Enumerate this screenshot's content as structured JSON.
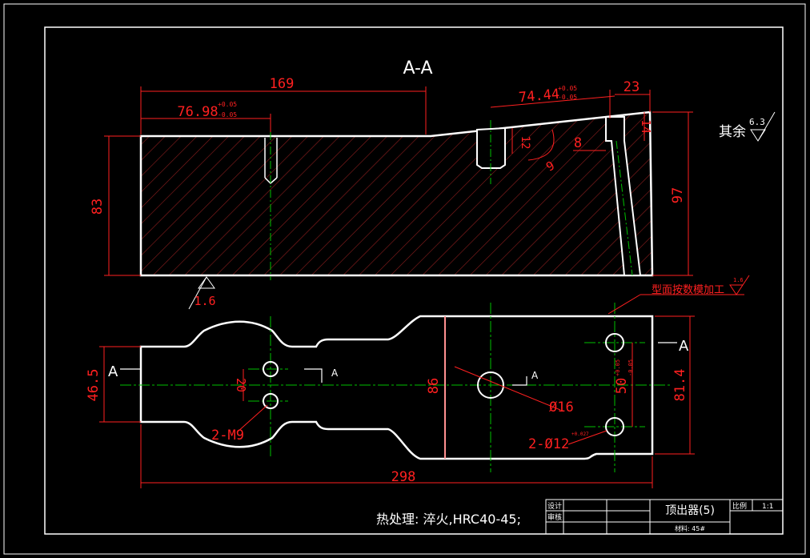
{
  "section_title": "A-A",
  "section_marker": "A",
  "dims": {
    "d169": "169",
    "d7698": "76.98",
    "d7698_tol_up": "+0.05",
    "d7698_tol_dn": "-0.05",
    "d7444": "74.44",
    "d7444_tol_up": "+0.05",
    "d7444_tol_dn": "-0.05",
    "d23": "23",
    "d14": "14",
    "d8": "8",
    "d12": "12",
    "d9": "9",
    "d83": "83",
    "d97": "97",
    "d465": "46.5",
    "d20": "20",
    "d86": "86",
    "d50": "50",
    "d50_tol_up": "+0.05",
    "d50_tol_dn": "-0.05",
    "d814": "81.4",
    "d298": "298",
    "phi16": "Ø16",
    "m9": "2-M9",
    "phi12": "2-Ø12",
    "phi12_tol": "+0.027"
  },
  "roughness": {
    "other": "其余",
    "other_value": "6.3",
    "base_value": "1.6",
    "cnc_note": "型面按数模加工",
    "cnc_value": "1.6"
  },
  "heat_treatment": "热处理: 淬火,HRC40-45;",
  "title_block": {
    "designer_label": "设计",
    "checker_label": "审核",
    "part_name": "顶出器(5)",
    "scale_label": "比例",
    "scale_value": "1:1",
    "material": "材料: 45#"
  },
  "colors": {
    "outline": "#ffffff",
    "dimension": "#ff2020",
    "centerline": "#00c000",
    "hatch": "#8b1d1d",
    "background": "#000000"
  }
}
